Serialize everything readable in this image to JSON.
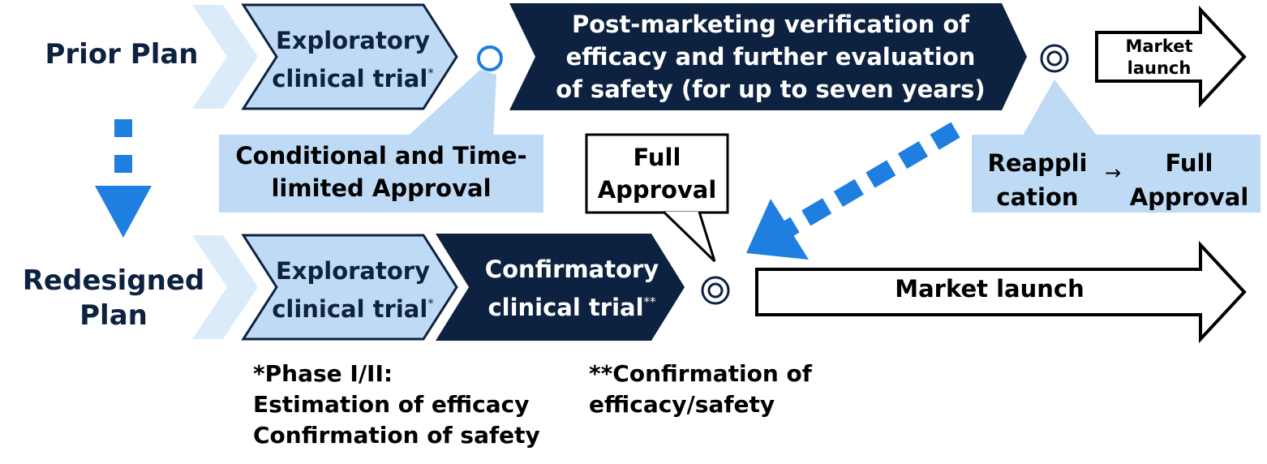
{
  "prior_plan": {
    "label": "Prior Plan",
    "exploratory_line1": "Exploratory",
    "exploratory_line2": "clinical trial",
    "exploratory_mark": "*",
    "postmarketing_line1": "Post-marketing verification of",
    "postmarketing_line2": "efficacy and further evaluation",
    "postmarketing_line3": "of safety (for up to seven years)",
    "conditional_line1": "Conditional and Time-",
    "conditional_line2": "limited Approval",
    "reapplication_line1": "Reappli",
    "reapplication_line2": "cation",
    "reapplication_arrow": "→",
    "full_approval_line1": "Full",
    "full_approval_line2": "Approval",
    "market_launch_line1": "Market",
    "market_launch_line2": "launch"
  },
  "redesigned_plan": {
    "label_line1": "Redesigned",
    "label_line2": "Plan",
    "exploratory_line1": "Exploratory",
    "exploratory_line2": "clinical trial",
    "exploratory_mark": "*",
    "confirmatory_line1": "Confirmatory",
    "confirmatory_line2": "clinical trial",
    "confirmatory_mark": "**",
    "full_approval_line1": "Full",
    "full_approval_line2": "Approval",
    "market_launch": "Market launch"
  },
  "notes": {
    "phase_line1": "*Phase I/II:",
    "phase_line2": "Estimation of efficacy",
    "phase_line3": "Confirmation of safety",
    "confirm_line1": "**Confirmation of",
    "confirm_line2": "efficacy/safety"
  },
  "colors": {
    "light_blue": "#bfdaf5",
    "pale_blue": "#dcebf9",
    "dark_navy": "#0d2240",
    "accent_blue": "#1f7fe0"
  }
}
